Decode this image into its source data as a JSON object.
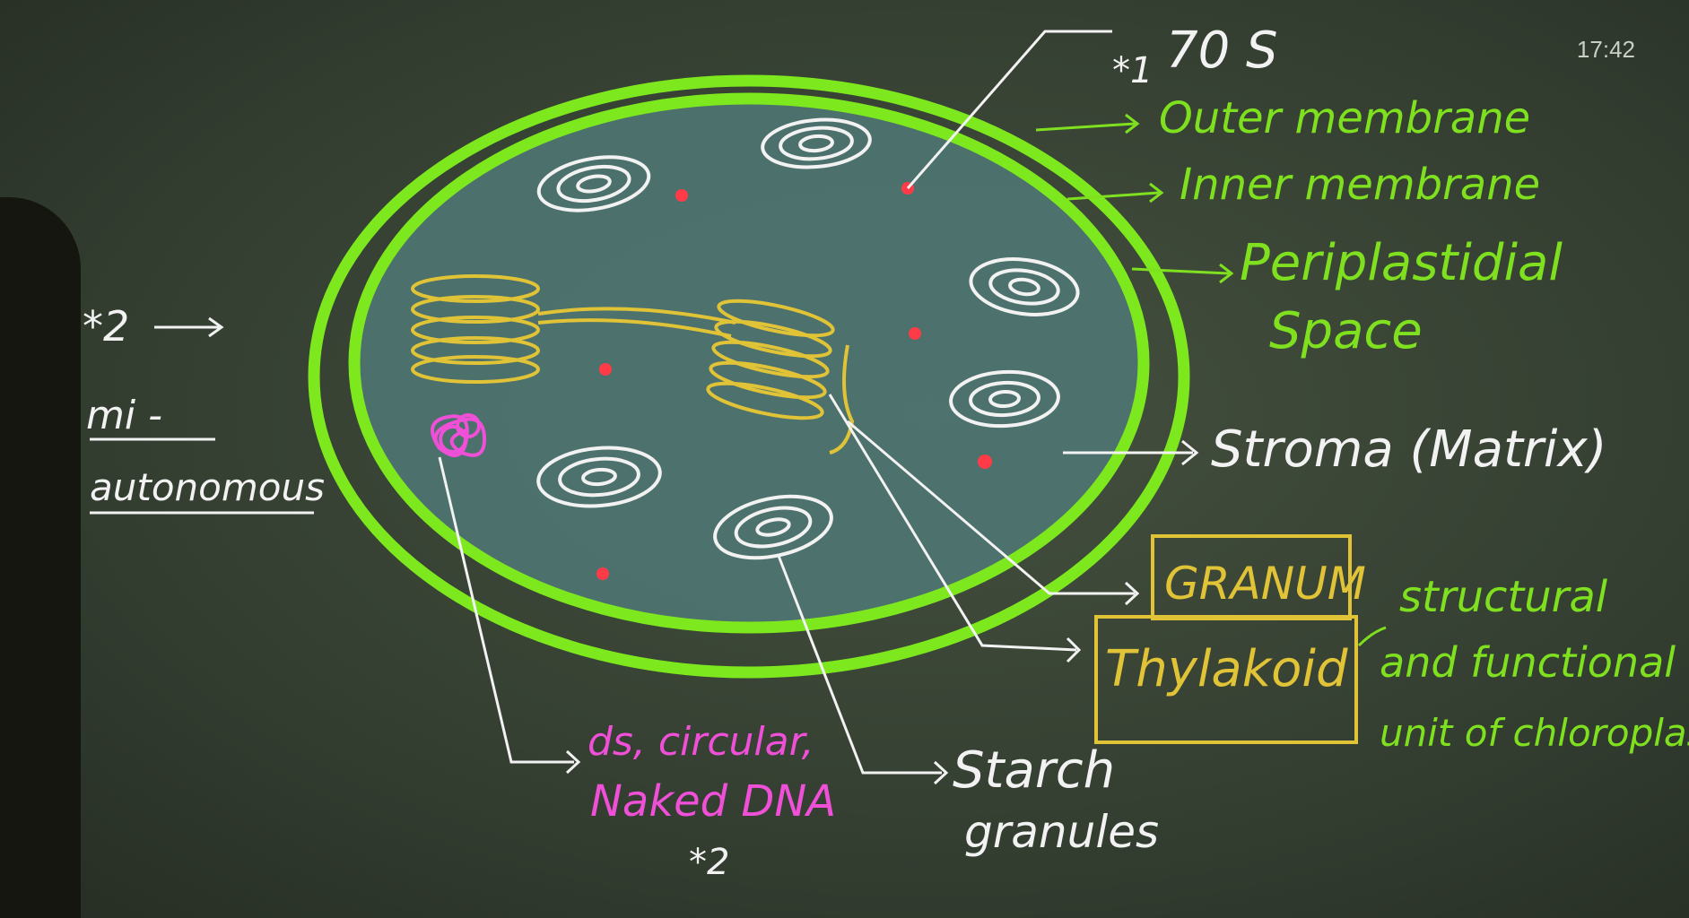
{
  "clock": "17:42",
  "labels": {
    "ribosome": "70 S",
    "ribosome_mark": "*1",
    "outer_membrane": "Outer membrane",
    "inner_membrane": "Inner membrane",
    "periplastidial_line1": "Periplastidial",
    "periplastidial_line2": "Space",
    "stroma": "Stroma (Matrix)",
    "granum": "GRANUM",
    "thylakoid": "Thylakoid",
    "unit_line1": "structural",
    "unit_line2": "and functional",
    "unit_line3": "unit of chloroplast",
    "dna_line1": "ds, circular,",
    "dna_line2": "Naked DNA",
    "dna_mark": "*2",
    "starch_line1": "Starch",
    "starch_line2": "granules",
    "left_mark": "*2",
    "left_line1": "mi -",
    "left_line2": "autonomous"
  },
  "colors": {
    "board": "#354032",
    "membrane": "#7ee81e",
    "stroma_fill": "#4f7672",
    "white_ink": "#f2f2f2",
    "yellow_ink": "#e0c337",
    "pink_ink": "#f04fd8",
    "red_dots": "#ff3b47",
    "green_ink": "#7fe020"
  }
}
